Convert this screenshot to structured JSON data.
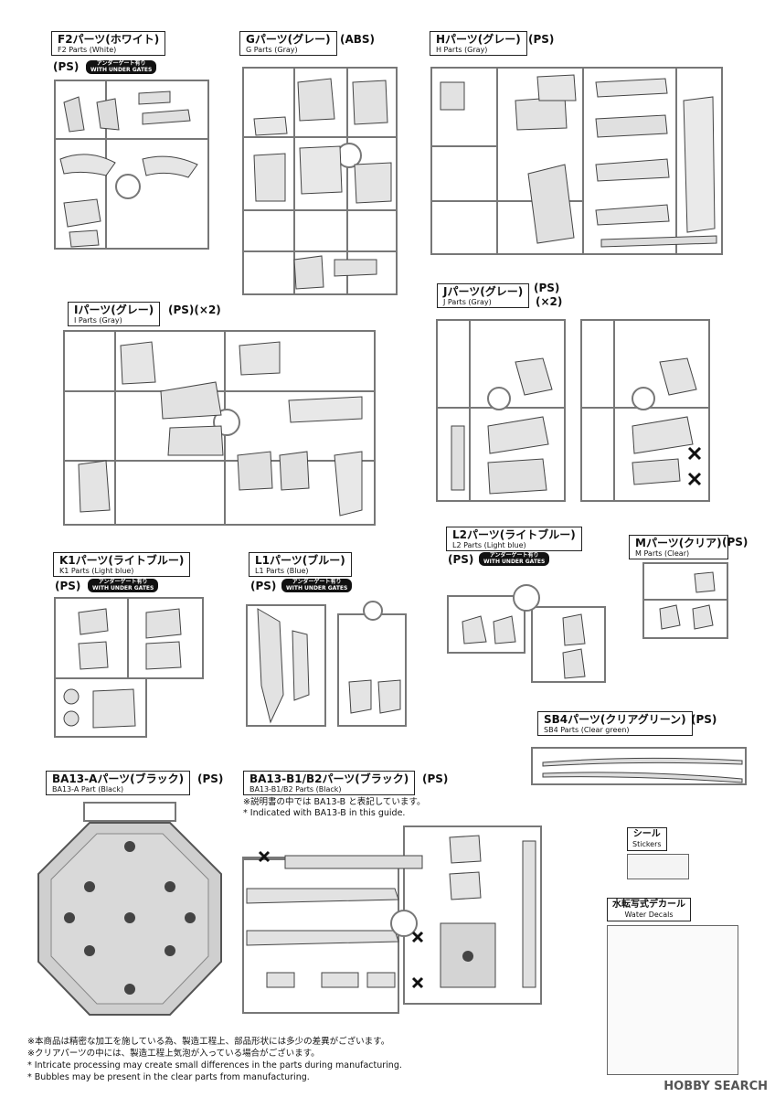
{
  "sections": {
    "f2": {
      "jp": "F2パーツ(ホワイト)",
      "en": "F2 Parts (White)",
      "mat": "(PS)",
      "gate": [
        "アンダーゲート有り",
        "WITH UNDER GATES"
      ]
    },
    "g": {
      "jp": "Gパーツ(グレー)",
      "en": "G Parts (Gray)",
      "mat": "(ABS)"
    },
    "h": {
      "jp": "Hパーツ(グレー)",
      "en": "H Parts (Gray)",
      "mat": "(PS)"
    },
    "i": {
      "jp": "Iパーツ(グレー)",
      "en": "I Parts (Gray)",
      "mat": "(PS)(×2)"
    },
    "j": {
      "jp": "Jパーツ(グレー)",
      "en": "J Parts (Gray)",
      "mat": "(PS)",
      "mult": "(×2)"
    },
    "k1": {
      "jp": "K1パーツ(ライトブルー)",
      "en": "K1 Parts (Light blue)",
      "mat": "(PS)",
      "gate": [
        "アンダーゲート有り",
        "WITH UNDER GATES"
      ]
    },
    "l1": {
      "jp": "L1パーツ(ブルー)",
      "en": "L1 Parts (Blue)",
      "mat": "(PS)",
      "gate": [
        "アンダーゲート有り",
        "WITH UNDER GATES"
      ]
    },
    "l2": {
      "jp": "L2パーツ(ライトブルー)",
      "en": "L2 Parts (Light blue)",
      "mat": "(PS)",
      "gate": [
        "アンダーゲート有り",
        "WITH UNDER GATES"
      ]
    },
    "m": {
      "jp": "Mパーツ(クリア)",
      "en": "M Parts (Clear)",
      "mat": "(PS)"
    },
    "sb4": {
      "jp": "SB4パーツ(クリアグリーン)",
      "en": "SB4 Parts (Clear green)",
      "mat": "(PS)"
    },
    "ba13a": {
      "jp": "BA13-Aパーツ(ブラック)",
      "en": "BA13-A Part (Black)",
      "mat": "(PS)"
    },
    "ba13b": {
      "jp": "BA13-B1/B2パーツ(ブラック)",
      "en": "BA13-B1/B2 Parts (Black)",
      "mat": "(PS)",
      "note_jp": "※説明書の中では BA13-B と表記しています。",
      "note_en": "* Indicated with  BA13-B in this guide."
    }
  },
  "stickers": {
    "jp": "シール",
    "en": "Stickers"
  },
  "decals": {
    "jp": "水転写式デカール",
    "en": "Water Decals"
  },
  "notes": [
    "※本商品は精密な加工を施している為、製造工程上、部品形状には多少の差異がございます。",
    "※クリアパーツの中には、製造工程上気泡が入っている場合がございます。",
    "* Intricate processing may create small differences in the parts during manufacturing.",
    "* Bubbles may be present in the clear parts from manufacturing."
  ],
  "watermark": "HOBBY SEARCH"
}
